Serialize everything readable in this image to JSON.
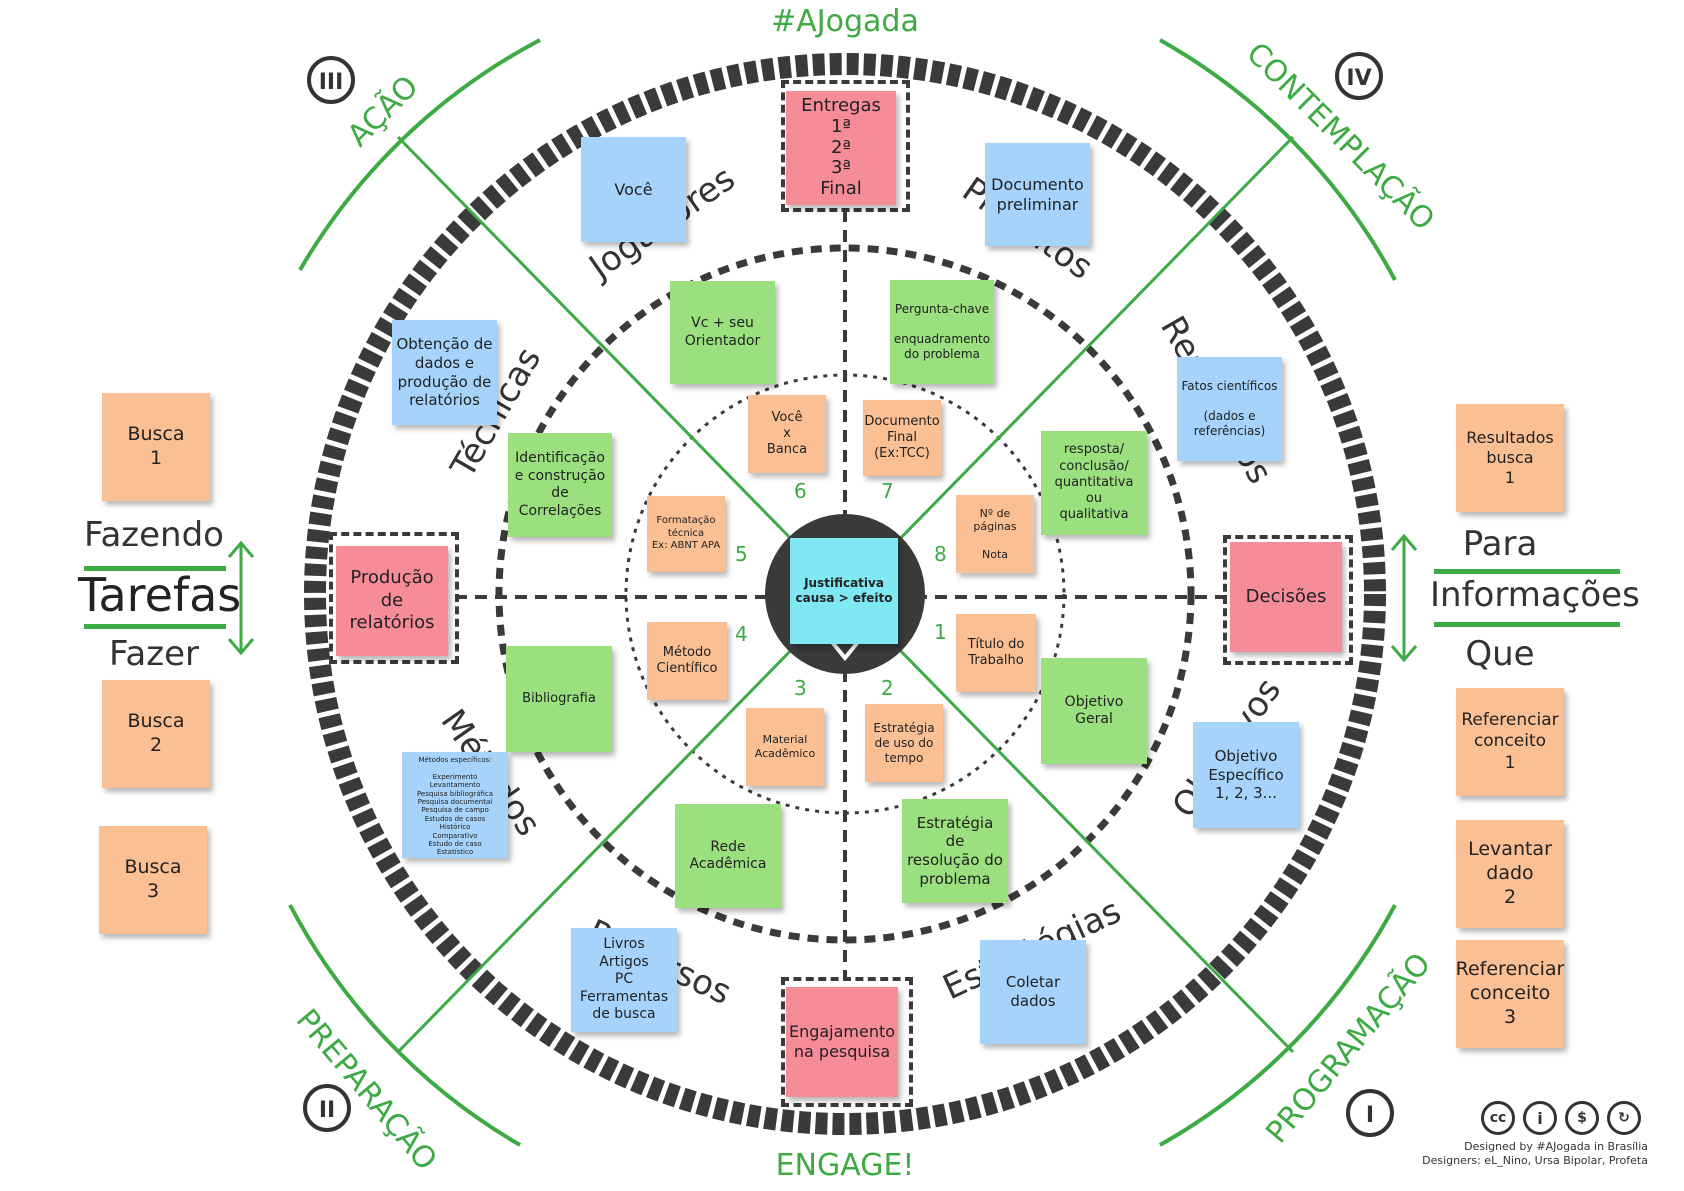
{
  "title": "#AJogada",
  "bottom_title": "ENGAGE!",
  "quadrants": {
    "acao": "AÇÃO",
    "contemplacao": "CONTEMPLAÇÃO",
    "preparacao": "PREPARAÇÃO",
    "programacao": "PROGRAMAÇÃO"
  },
  "roman": {
    "q3": "III",
    "q4": "IV",
    "q2": "II",
    "q1": "I"
  },
  "left_side": {
    "line1": "Fazendo",
    "line2": "Tarefas",
    "line3": "Fazer"
  },
  "right_side": {
    "line1": "Para",
    "line2": "Informações",
    "line3": "Que"
  },
  "ring_words": {
    "jogadores": "Jogadores",
    "produtos": "Produtos",
    "tecnicas": "Técnicas",
    "resultados": "Resultados",
    "metodos": "Métodos",
    "objetivos": "Objetivos",
    "recursos": "Recursos",
    "estrategias": "Estratégias"
  },
  "numbers": [
    "1",
    "2",
    "3",
    "4",
    "5",
    "6",
    "7",
    "8"
  ],
  "notes": {
    "busca1": "Busca\n1",
    "busca2": "Busca\n2",
    "busca3": "Busca\n3",
    "resultados_busca": "Resultados\nbusca\n1",
    "referenciar1": "Referenciar\nconceito\n1",
    "levantar2": "Levantar\ndado\n2",
    "referenciar3": "Referenciar\nconceito\n3",
    "entregas": "Entregas\n1ª\n2ª\n3ª\nFinal",
    "voce": "Você",
    "documento_preliminar": "Documento\npreliminar",
    "obtencao": "Obtenção de\ndados e\nprodução de\nrelatórios",
    "fatos": "Fatos científicos\n\n(dados e\nreferências)",
    "vc_orientador": "Vc + seu\nOrientador",
    "pergunta_chave": "Pergunta-chave\n\nenquadramento\ndo problema",
    "identificacao": "Identificação\ne construção\nde\nCorrelações",
    "resposta": "resposta/\nconclusão/\nquantitativa\nou\nqualitativa",
    "voce_banca": "Você\nx\nBanca",
    "documento_final": "Documento\nFinal\n(Ex:TCC)",
    "formatacao": "Formatação\ntécnica\nEx: ABNT APA",
    "n_paginas": "Nº de\npáginas\n\nNota",
    "producao_relatorios": "Produção\nde\nrelatórios",
    "justificativa": "Justificativa\ncausa > efeito",
    "decisoes": "Decisões",
    "metodo_cientifico": "Método\nCientífico",
    "titulo_trabalho": "Título do\nTrabalho",
    "bibliografia": "Bibliografia",
    "objetivo_geral": "Objetivo\nGeral",
    "material_academico": "Material\nAcadêmico",
    "estrategia_tempo": "Estratégia\nde uso do\ntempo",
    "metodos_especificos": "Métodos específicos:\n\nExperimento\nLevantamento\nPesquisa bibliográfica\nPesquisa documental\nPesquisa de campo\nEstudos de casos\nHistórico\nComparativo\nEstudo de caso\nEstatístico",
    "objetivo_especifico": "Objetivo\nEspecífico\n1, 2, 3...",
    "rede_academica": "Rede\nAcadêmica",
    "estrategia_resolucao": "Estratégia de\nresolução do\nproblema",
    "livros": "Livros\nArtigos\nPC\nFerramentas\nde busca",
    "coletar": "Coletar\ndados",
    "engajamento": "Engajamento\nna pesquisa"
  },
  "credits": {
    "line1": "Designed by #AJogada in Brasília",
    "line2": "Designers: eL_Nino, Ursa Bipolar, Profeta"
  },
  "license_icons": [
    "cc-icon",
    "attribution-icon",
    "non-commercial-icon",
    "share-alike-icon"
  ],
  "colors": {
    "green": "#3daa44",
    "dark": "#3a3a3a",
    "orange": "#fbbf94",
    "blue": "#a6d3fb",
    "light_green": "#9be07f",
    "pink": "#f68c98",
    "cyan": "#7fe8f2"
  }
}
